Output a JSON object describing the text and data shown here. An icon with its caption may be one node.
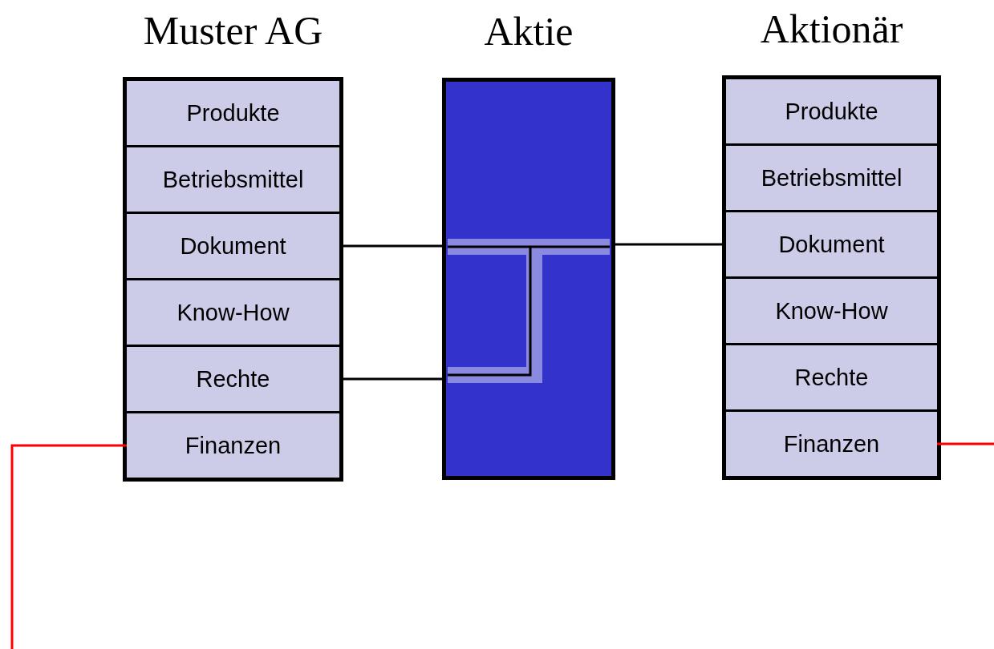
{
  "diagram": {
    "nodes": [
      {
        "text": [
          "Muster AG"
        ]
      },
      {
        "text": [
          "Produkte"
        ],
        "in": 0
      },
      {
        "text": [
          "Betriebsmittel"
        ],
        "in": 0
      },
      {
        "text": [
          "Dokument"
        ],
        "in": 0
      },
      {
        "text": [
          "Know-How"
        ],
        "in": 0
      },
      {
        "text": [
          "Rechte"
        ],
        "in": 0
      },
      {
        "text": [
          "Finanzen"
        ],
        "in": 0
      },
      {
        "text": [
          "Aktie"
        ]
      },
      {
        "text": [
          "Aktionär"
        ]
      },
      {
        "text": [
          "Produkte"
        ],
        "in": 8
      },
      {
        "text": [
          "Betriebsmittel"
        ],
        "in": 8
      },
      {
        "text": [
          "Dokument"
        ],
        "in": 8
      },
      {
        "text": [
          "Know-How"
        ],
        "in": 8
      },
      {
        "text": [
          "Rechte"
        ],
        "in": 8
      },
      {
        "text": [
          "Finanzen"
        ],
        "in": 8
      }
    ],
    "edges": [
      {
        "from": 3,
        "to": 7,
        "arrow": "none"
      },
      {
        "from": 5,
        "to": 7,
        "arrow": "none"
      },
      {
        "from": 7,
        "to": 11,
        "arrow": "none"
      },
      {
        "from": null,
        "to": 6,
        "arrow": "none",
        "color": "#ff0000"
      },
      {
        "from": 14,
        "to": null,
        "arrow": "none",
        "color": "#ff0000"
      }
    ]
  }
}
